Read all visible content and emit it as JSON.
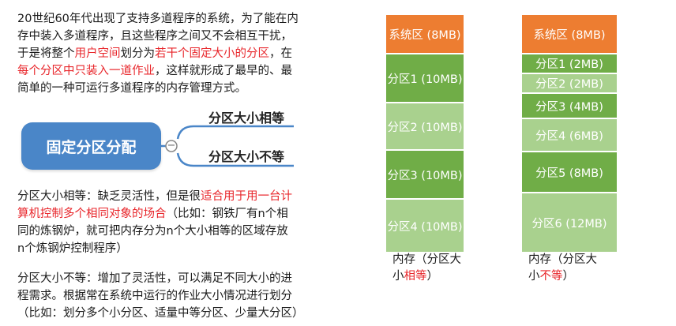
{
  "intro": {
    "line1": "20世纪60年代出现了支持多道程序的系统，为了能在内",
    "line2": "存中装入多道程序，且这些程序之间又不会相互干扰，",
    "line3_a": "于是将整个",
    "line3_b": "用户空间",
    "line3_c": "划分为",
    "line3_d": "若干个固定大小的分区",
    "line3_e": "，在",
    "line4_a": "每个分区中只装入一道作业",
    "line4_b": "，这样就形成了最早的、最",
    "line5": "简单的一种可运行多道程序的内存管理方式。"
  },
  "mindmap": {
    "root": "固定分区分配",
    "collapse_symbol": "−",
    "branch1": "分区大小相等",
    "branch2": "分区大小不等"
  },
  "equal_para": {
    "l1_a": "分区大小相等：缺乏灵活性，但是很",
    "l1_b": "适合用于用一台计",
    "l2_a": "算机控制多个相同对象的场合",
    "l2_b": "（比如：钢铁厂有n个相",
    "l3": "同的炼钢炉，就可把内存分为n个大小相等的区域存放",
    "l4": "n个炼钢炉控制程序）"
  },
  "unequal_para": {
    "l1": "分区大小不等：增加了灵活性，可以满足不同大小的进",
    "l2": "程需求。根据常在系统中运行的作业大小情况进行划分",
    "l3": "（比如：划分多个小分区、适量中等分区、少量大分区）"
  },
  "colors": {
    "system": "#ed7d31",
    "dark_green": "#70ad47",
    "light_green": "#a9d18e",
    "red_text": "#e8262b",
    "node_blue": "#4a86c8"
  },
  "equal_memory": {
    "blocks": [
      {
        "label": "系统区 (8MB)",
        "kind": "system"
      },
      {
        "label": "分区1 (10MB)",
        "kind": "dark"
      },
      {
        "label": "分区2 (10MB)",
        "kind": "light"
      },
      {
        "label": "分区3 (10MB)",
        "kind": "dark"
      },
      {
        "label": "分区4 (10MB)",
        "kind": "light"
      }
    ],
    "caption_l1": "内存（分区大",
    "caption_l2_a": "小",
    "caption_l2_b": "相等",
    "caption_l2_c": "）"
  },
  "unequal_memory": {
    "blocks": [
      {
        "label": "系统区 (8MB)",
        "kind": "system"
      },
      {
        "label": "分区1 (2MB)",
        "kind": "dark"
      },
      {
        "label": "分区2 (2MB)",
        "kind": "light"
      },
      {
        "label": "分区3 (4MB)",
        "kind": "dark"
      },
      {
        "label": "分区4 (6MB)",
        "kind": "light"
      },
      {
        "label": "分区5 (8MB)",
        "kind": "dark"
      },
      {
        "label": "分区6 (12MB)",
        "kind": "light"
      }
    ],
    "caption_l1": "内存（分区大",
    "caption_l2_a": "小",
    "caption_l2_b": "不等",
    "caption_l2_c": "）"
  }
}
